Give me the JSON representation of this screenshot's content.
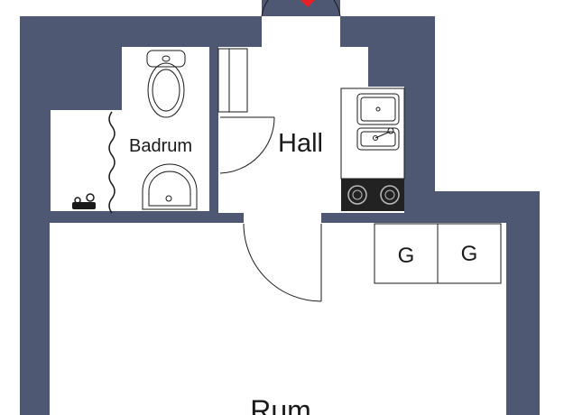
{
  "floorplan": {
    "rooms": {
      "bathroom": "Badrum",
      "hall": "Hall",
      "living_room": "Rum"
    },
    "wardrobes": [
      "G",
      "G"
    ],
    "colors": {
      "wall": "#4e5873",
      "floor": "#ffffff",
      "line": "#1a1a1a",
      "entrance_marker": "#e8202a",
      "stove": "#222222"
    },
    "icons": {
      "entrance": "entrance-arrow-icon",
      "toilet": "toilet-icon",
      "sink": "sink-icon",
      "kitchen_sink": "kitchen-sink-icon",
      "stove": "stove-icon",
      "washing_machine": "washing-machine-icon"
    }
  }
}
